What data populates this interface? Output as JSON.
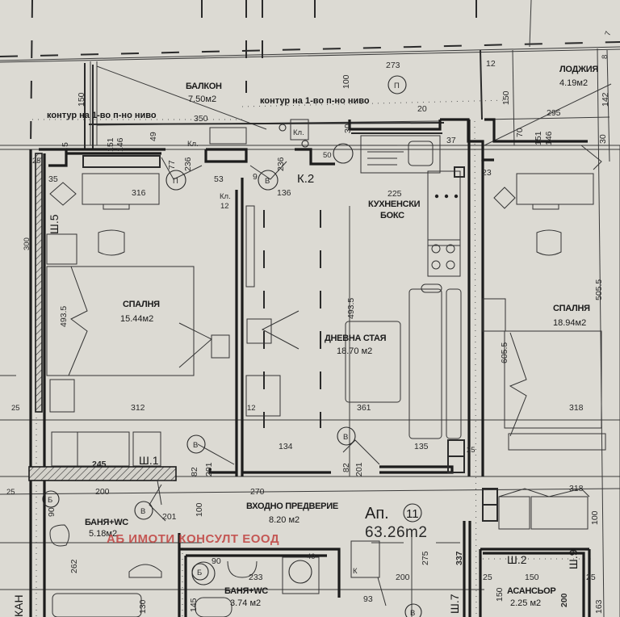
{
  "plan": {
    "apartment": {
      "label": "Ап.",
      "number": "11",
      "total_area": "63.26m2"
    },
    "watermark": "АБ ИМОТИ КОНСУЛТ ЕООД",
    "rooms": [
      {
        "id": "balcony",
        "name": "БАЛКОН",
        "area": "7.50м2"
      },
      {
        "id": "loggia",
        "name": "ЛОДЖИЯ",
        "area": "4.19м2"
      },
      {
        "id": "bedroom1",
        "name": "СПАЛНЯ",
        "area": "15.44м2"
      },
      {
        "id": "kitchen",
        "name": "КУХНЕНСКИ",
        "name2": "БОКС"
      },
      {
        "id": "living",
        "name": "ДНЕВНА СТАЯ",
        "area": "18.70 м2"
      },
      {
        "id": "bedroom2",
        "name": "СПАЛНЯ",
        "area": "18.94м2"
      },
      {
        "id": "bath1",
        "name": "БАНЯ+WC",
        "area": "5.18м2"
      },
      {
        "id": "hall",
        "name": "ВХОДНО ПРЕДВЕРИЕ",
        "area": "8.20 м2"
      },
      {
        "id": "bath2",
        "name": "БАНЯ+WC",
        "area": "3.74 м2"
      },
      {
        "id": "elevator",
        "name": "АСАНСЬОР",
        "area": "2.25 м2"
      }
    ],
    "annotations": {
      "contour_left": "контур на 1-во п-но ниво",
      "contour_right": "контур на 1-во п-но ниво",
      "k2": "К.2",
      "kl": "Кл.",
      "shafts": [
        "Ш.5",
        "Ш.1",
        "Ш.2",
        "Ш.9",
        "Ш.7"
      ],
      "stair_label": "КАН",
      "k_label": "К"
    },
    "symbols": {
      "p": "П",
      "v": "В",
      "b": "Б"
    },
    "dimensions": {
      "balcony_width": "350",
      "balcony_depth": "150",
      "d151": "151",
      "d146": "146",
      "d49": "49",
      "d5": "5",
      "d25": "25",
      "d77": "77",
      "d236": "236",
      "d53": "53",
      "d9": "9",
      "d236b": "236",
      "d136": "136",
      "d12": "12",
      "d35": "35",
      "d316": "316",
      "d300": "300",
      "d493_5": "493.5",
      "d312": "312",
      "d273": "273",
      "d100": "100",
      "d20": "20",
      "d12b": "12",
      "d150r": "150",
      "d30": "30",
      "d37": "37",
      "d50": "50",
      "d225": "225",
      "d295": "295",
      "d70": "70",
      "d151r": "151",
      "d146r": "146",
      "d142": "142",
      "d30r": "30",
      "d23": "23",
      "d8": "8",
      "d7": "7",
      "d493_5b": "493.5",
      "d361": "361",
      "d505_5": "505.5",
      "d605_5": "605.5",
      "d318": "318",
      "d245": "245",
      "d200": "200",
      "d82": "82",
      "d201": "201",
      "d134": "134",
      "d135": "135",
      "d270": "270",
      "d262": "262",
      "d90": "90",
      "d233": "233",
      "d275": "275",
      "d337": "337",
      "d93": "93",
      "d200b": "200",
      "d150e": "150",
      "d318b": "318",
      "d100r": "100",
      "d163": "163",
      "d25e": "25",
      "d130": "130",
      "d145": "145",
      "d40": "40"
    }
  }
}
